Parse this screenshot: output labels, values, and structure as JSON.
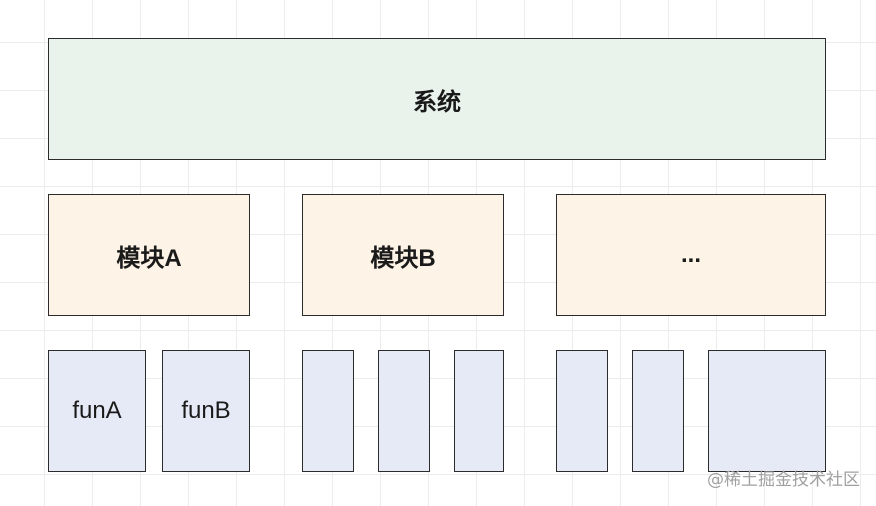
{
  "diagram": {
    "system": {
      "label": "系统"
    },
    "modules": [
      {
        "label": "模块A"
      },
      {
        "label": "模块B"
      },
      {
        "label": "..."
      }
    ],
    "functions": [
      {
        "label": "funA"
      },
      {
        "label": "funB"
      },
      {
        "label": ""
      },
      {
        "label": ""
      },
      {
        "label": ""
      },
      {
        "label": ""
      },
      {
        "label": ""
      },
      {
        "label": ""
      }
    ]
  },
  "watermark": "@稀土掘金技术社区",
  "colors": {
    "system_fill": "#e9f3ec",
    "module_fill": "#fdf3e7",
    "function_fill": "#e6e9f6",
    "border": "#2b2b2b"
  }
}
